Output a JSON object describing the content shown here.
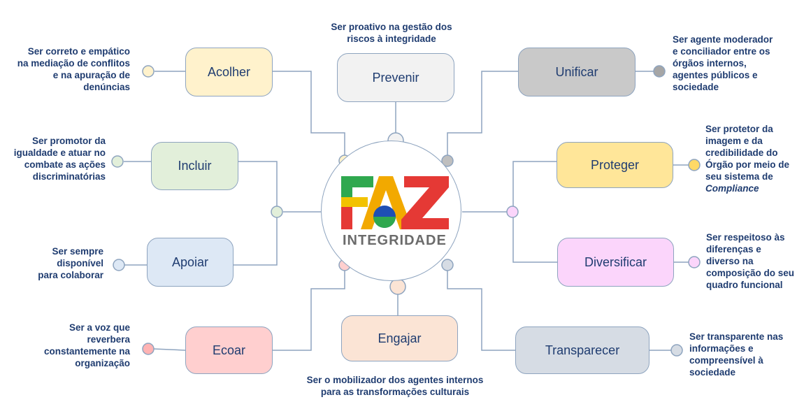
{
  "logo": {
    "word": "FAZ",
    "subtitle": "INTEGRIDADE"
  },
  "nodes": {
    "acolher": {
      "label": "Acolher",
      "color": "#fff2cc",
      "desc": [
        "Ser correto e empático",
        "na mediação de conflitos",
        "e na apuração de",
        "denúncias"
      ]
    },
    "prevenir": {
      "label": "Prevenir",
      "color": "#f2f2f2",
      "desc": [
        "Ser proativo na gestão dos",
        "riscos à integridade"
      ]
    },
    "unificar": {
      "label": "Unificar",
      "color": "#c9c9c9",
      "desc": [
        "Ser agente moderador",
        "e conciliador entre os",
        "órgãos internos,",
        "agentes públicos e",
        "sociedade"
      ]
    },
    "incluir": {
      "label": "Incluir",
      "color": "#e2efda",
      "desc": [
        "Ser promotor da",
        "igualdade e atuar no",
        "combate as ações",
        "discriminatórias"
      ]
    },
    "proteger": {
      "label": "Proteger",
      "color": "#ffe699",
      "desc": [
        "Ser protetor da",
        "imagem e da",
        "credibilidade do",
        "Órgão por meio de",
        "seu sistema de",
        "Compliance"
      ]
    },
    "apoiar": {
      "label": "Apoiar",
      "color": "#dde8f5",
      "desc": [
        "Ser sempre",
        "disponível",
        "para colaborar"
      ]
    },
    "diversificar": {
      "label": "Diversificar",
      "color": "#fbd5fb",
      "desc": [
        "Ser respeitoso às",
        "diferenças e",
        "diverso na",
        "composição do seu",
        "quadro funcional"
      ]
    },
    "ecoar": {
      "label": "Ecoar",
      "color": "#ffcfcf",
      "desc": [
        "Ser a voz que",
        "reverbera",
        "constantemente na",
        "organização"
      ]
    },
    "engajar": {
      "label": "Engajar",
      "color": "#fbe4d5",
      "desc": [
        "Ser o mobilizador dos agentes internos",
        "para as transformações culturais"
      ]
    },
    "transparecer": {
      "label": "Transparecer",
      "color": "#d6dce4",
      "desc": [
        "Ser transparente nas",
        "informações e",
        "compreensível à",
        "sociedade"
      ]
    }
  }
}
